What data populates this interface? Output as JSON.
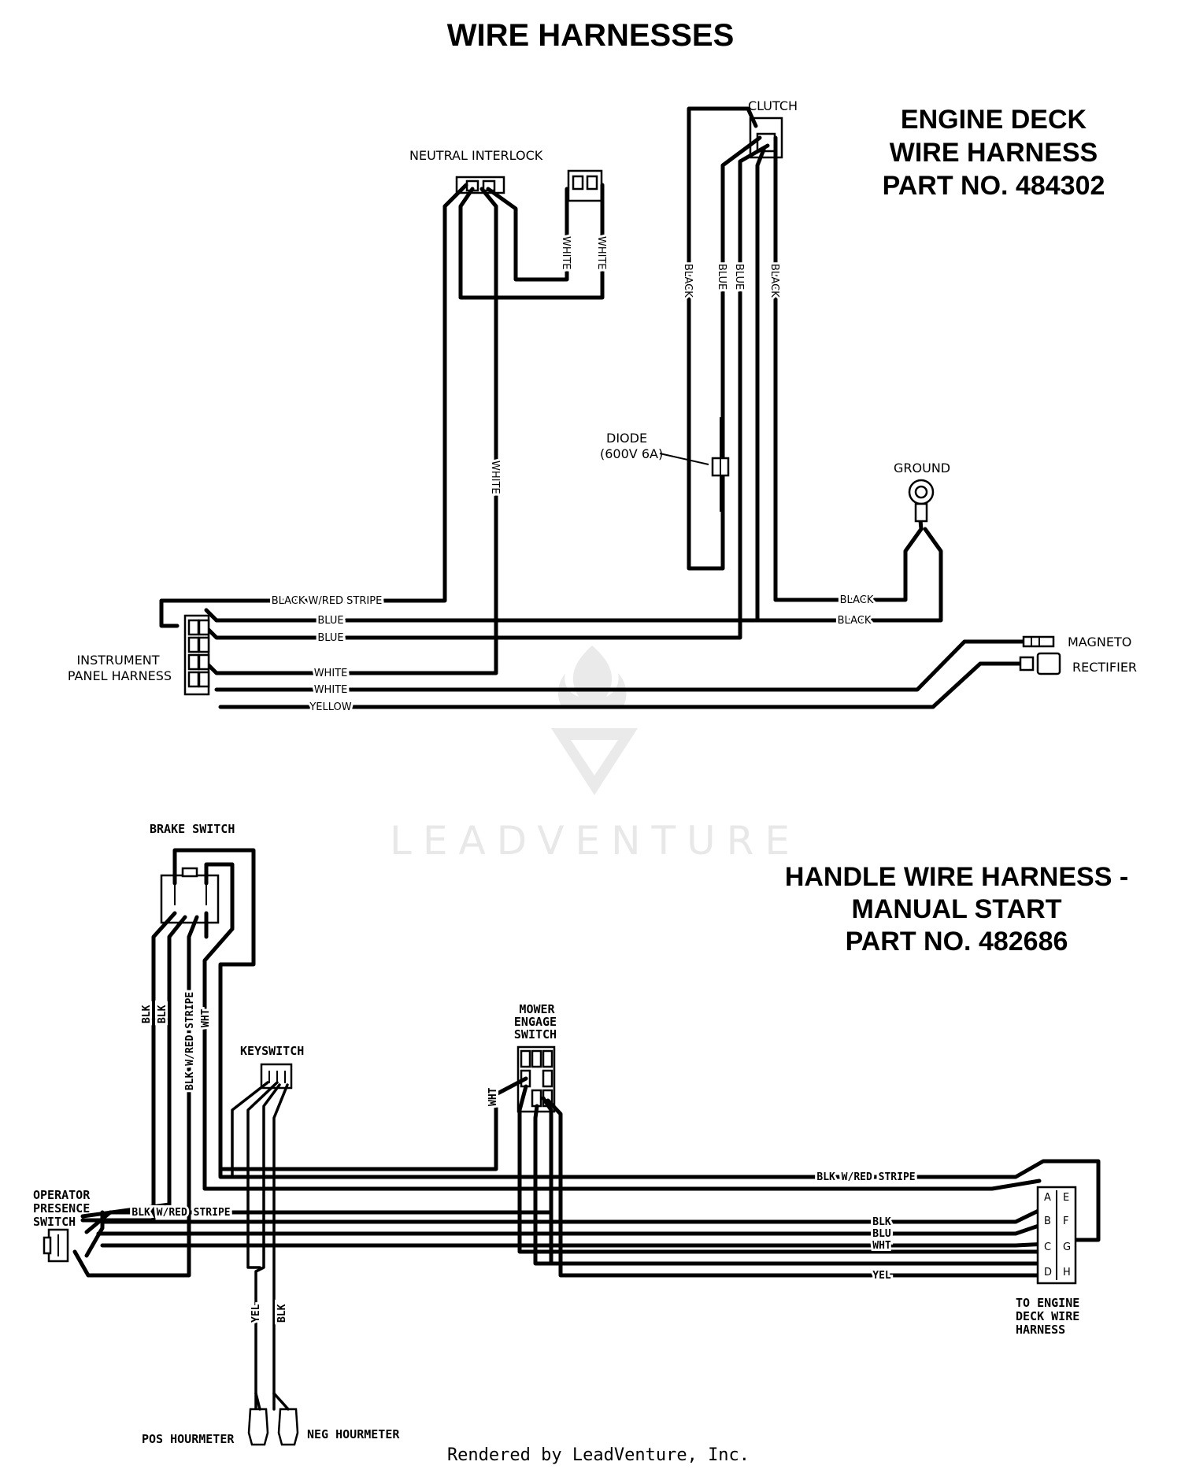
{
  "page_title": "WIRE HARNESSES",
  "engine_deck": {
    "title_lines": [
      "ENGINE DECK",
      "WIRE HARNESS",
      "PART NO. 484302"
    ],
    "components": {
      "neutral_interlock": "NEUTRAL INTERLOCK",
      "clutch": "CLUTCH",
      "diode_line1": "DIODE",
      "diode_line2": "(600V 6A)",
      "ground": "GROUND",
      "instrument_panel_line1": "INSTRUMENT",
      "instrument_panel_line2": "PANEL HARNESS",
      "magneto": "MAGNETO",
      "rectifier": "RECTIFIER"
    },
    "wire_labels": {
      "white_interlock_a": "WHITE",
      "white_interlock_b": "WHITE",
      "white_long": "WHITE",
      "clutch_black_left": "BLACK",
      "clutch_blue_1": "BLUE",
      "clutch_blue_2": "BLUE",
      "clutch_black_right": "BLACK",
      "black_red_stripe": "BLACK W/RED STRIPE",
      "blue_1": "BLUE",
      "blue_2": "BLUE",
      "white_1": "WHITE",
      "white_2": "WHITE",
      "yellow": "YELLOW",
      "black_ground_1": "BLACK",
      "black_ground_2": "BLACK"
    }
  },
  "handle": {
    "title_lines": [
      "HANDLE WIRE HARNESS -",
      "MANUAL START",
      "PART NO. 482686"
    ],
    "components": {
      "brake_switch": "BRAKE SWITCH",
      "keyswitch": "KEYSWITCH",
      "mower_engage_line1": "MOWER",
      "mower_engage_line2": "ENGAGE",
      "mower_engage_line3": "SWITCH",
      "operator_line1": "OPERATOR",
      "operator_line2": "PRESENCE",
      "operator_line3": "SWITCH",
      "to_engine_line1": "TO ENGINE",
      "to_engine_line2": "DECK WIRE",
      "to_engine_line3": "HARNESS",
      "pos_hourmeter": "POS HOURMETER",
      "neg_hourmeter": "NEG HOURMETER"
    },
    "wire_labels": {
      "blk_1": "BLK",
      "blk_2": "BLK",
      "blk_red_stripe_vertical": "BLK W/RED STRIPE",
      "wht_vertical": "WHT",
      "wht_mower": "WHT",
      "yel_hour": "YEL",
      "blk_hour": "BLK",
      "blk_red_stripe_main": "BLK W/RED STRIPE",
      "blk_red_stripe_op": "BLK W/RED STRIPE",
      "blk_h": "BLK",
      "blu_h": "BLU",
      "wht_h": "WHT",
      "yel_h": "YEL"
    },
    "pin_letters": [
      "A",
      "E",
      "B",
      "F",
      "C",
      "G",
      "D",
      "H"
    ]
  },
  "footer": "Rendered by LeadVenture, Inc.",
  "watermark": "LEADVENTURE"
}
